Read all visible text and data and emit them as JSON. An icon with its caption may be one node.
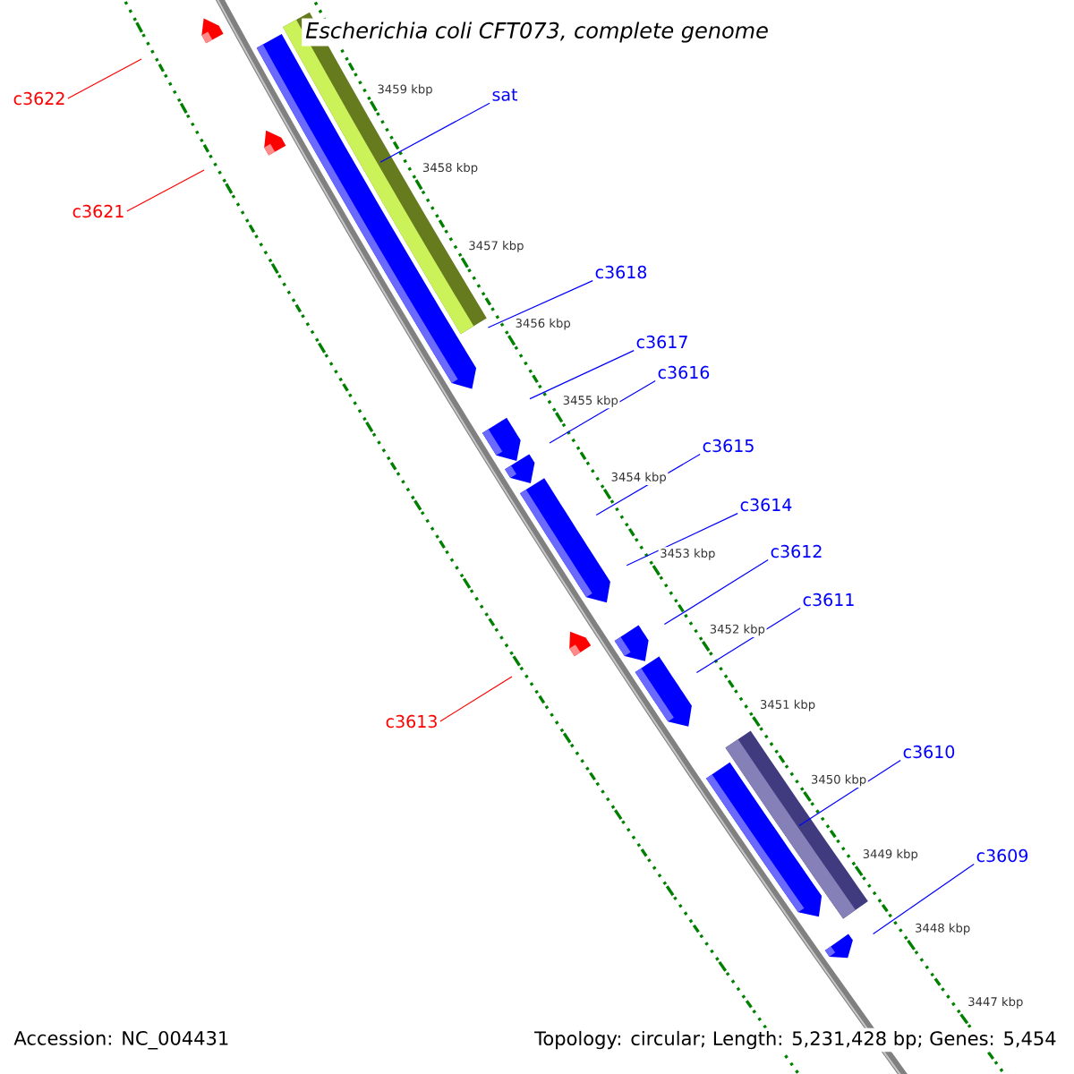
{
  "diagram": {
    "title": "Escherichia coli CFT073, complete genome",
    "nodes": [
      {
        "text": [
          "c3622"
        ]
      },
      {
        "text": [
          "sat"
        ]
      },
      {
        "text": [
          "c3621"
        ]
      },
      {
        "text": [
          "c3618"
        ]
      },
      {
        "text": [
          "c3617"
        ]
      },
      {
        "text": [
          "c3616"
        ]
      },
      {
        "text": [
          "c3615"
        ]
      },
      {
        "text": [
          "c3614"
        ]
      },
      {
        "text": [
          "c3612"
        ]
      },
      {
        "text": [
          "c3611"
        ]
      },
      {
        "text": [
          "c3613"
        ]
      },
      {
        "text": [
          "c3610"
        ]
      },
      {
        "text": [
          "c3609"
        ]
      }
    ],
    "edges": [
      {
        "from": 0,
        "to": null,
        "arrow": "none",
        "color": "#ff0000"
      },
      {
        "from": 1,
        "to": null,
        "arrow": "none"
      },
      {
        "from": 2,
        "to": null,
        "arrow": "none",
        "color": "#ff0000"
      },
      {
        "from": 3,
        "to": null,
        "arrow": "none"
      },
      {
        "from": 4,
        "to": null,
        "arrow": "none"
      },
      {
        "from": 5,
        "to": null,
        "arrow": "none"
      },
      {
        "from": 6,
        "to": null,
        "arrow": "none"
      },
      {
        "from": 7,
        "to": null,
        "arrow": "none"
      },
      {
        "from": 8,
        "to": null,
        "arrow": "none"
      },
      {
        "from": 9,
        "to": null,
        "arrow": "none"
      },
      {
        "from": 10,
        "to": null,
        "arrow": "none",
        "color": "#ff0000"
      },
      {
        "from": 11,
        "to": null,
        "arrow": "none"
      },
      {
        "from": 12,
        "to": null,
        "arrow": "none"
      }
    ],
    "labels": [
      "3459 kbp",
      "3458 kbp",
      "3457 kbp",
      "3456 kbp",
      "3455 kbp",
      "3454 kbp",
      "3453 kbp",
      "3452 kbp",
      "3451 kbp",
      "3450 kbp",
      "3449 kbp",
      "3448 kbp",
      "3447 kbp",
      "Accession: NC_004431",
      "Topology: circular; Length: 5,231,428 bp; Genes: 5,454"
    ]
  }
}
